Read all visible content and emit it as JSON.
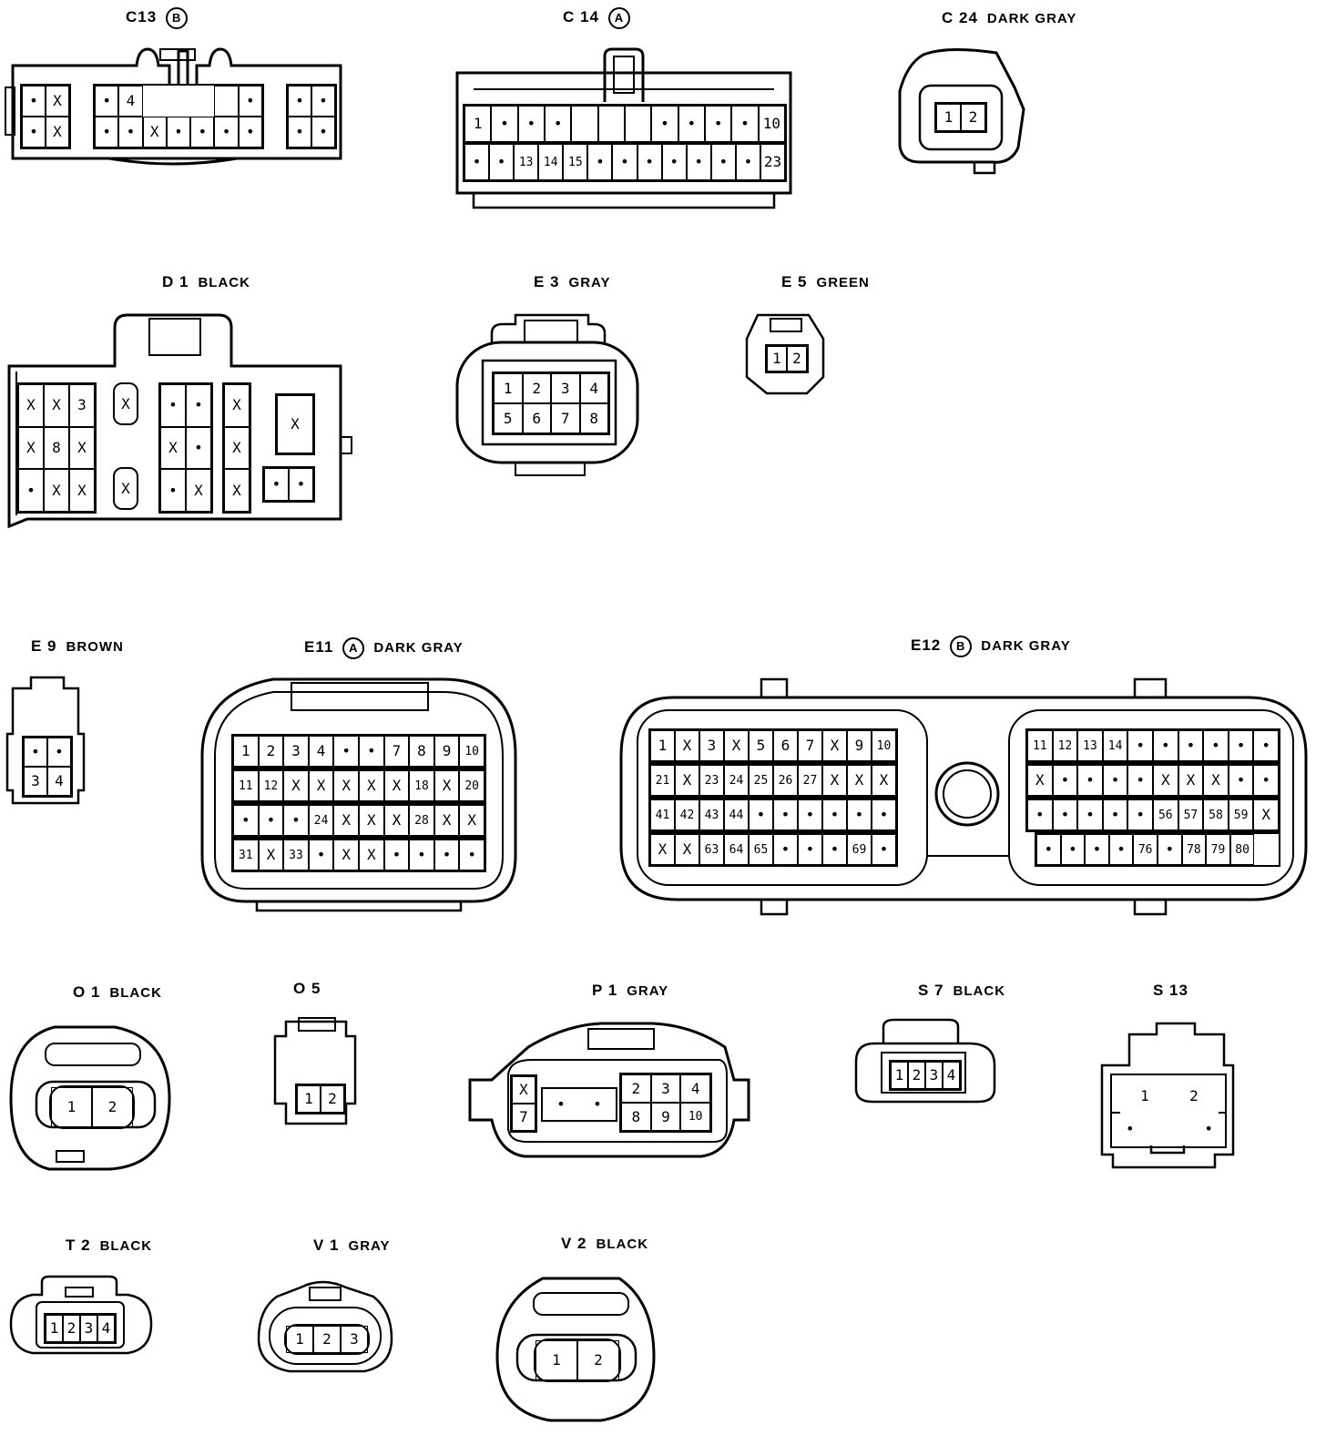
{
  "connectors": {
    "c13": {
      "code": "C13",
      "badge": "B",
      "color": "",
      "left": [
        "•",
        "X",
        "•",
        "X"
      ],
      "center": [
        "•",
        "4",
        "",
        "",
        "",
        "",
        "•",
        "•",
        "•",
        "X",
        "•",
        "•",
        "•",
        "•"
      ],
      "right": [
        "•",
        "•",
        "•",
        "•"
      ]
    },
    "c14": {
      "code": "C 14",
      "badge": "A",
      "color": "",
      "row1": [
        "1",
        "•",
        "•",
        "•",
        "",
        "",
        "",
        "•",
        "•",
        "•",
        "•",
        "10"
      ],
      "row2": [
        "•",
        "•",
        "13",
        "14",
        "15",
        "•",
        "•",
        "•",
        "•",
        "•",
        "•",
        "•",
        "23"
      ]
    },
    "c24": {
      "code": "C 24",
      "badge": "",
      "color": "DARK GRAY",
      "pins": [
        "1",
        "2"
      ]
    },
    "d1": {
      "code": "D 1",
      "badge": "",
      "color": "BLACK",
      "g1": [
        "X",
        "X",
        "3",
        "X",
        "8",
        "X",
        "•",
        "X",
        "X"
      ],
      "g2": [
        "X",
        "X"
      ],
      "g3": [
        "•",
        "•",
        "X",
        "•",
        "•",
        "X"
      ],
      "g4": [
        "X",
        "X",
        "X"
      ],
      "g5": [
        "X"
      ],
      "g6": [
        "•",
        "•"
      ]
    },
    "e3": {
      "code": "E 3",
      "badge": "",
      "color": "GRAY",
      "pins": [
        "1",
        "2",
        "3",
        "4",
        "5",
        "6",
        "7",
        "8"
      ]
    },
    "e5": {
      "code": "E 5",
      "badge": "",
      "color": "GREEN",
      "pins": [
        "1",
        "2"
      ]
    },
    "e9": {
      "code": "E 9",
      "badge": "",
      "color": "BROWN",
      "pins": [
        "•",
        "•",
        "3",
        "4"
      ]
    },
    "e11": {
      "code": "E11",
      "badge": "A",
      "color": "DARK GRAY",
      "rows": [
        [
          "1",
          "2",
          "3",
          "4",
          "•",
          "•",
          "7",
          "8",
          "9",
          "10"
        ],
        [
          "11",
          "12",
          "X",
          "X",
          "X",
          "X",
          "X",
          "18",
          "X",
          "20"
        ],
        [
          "•",
          "•",
          "•",
          "24",
          "X",
          "X",
          "X",
          "28",
          "X",
          "X"
        ],
        [
          "31",
          "X",
          "33",
          "•",
          "X",
          "X",
          "•",
          "•",
          "•",
          "•"
        ]
      ]
    },
    "e12": {
      "code": "E12",
      "badge": "B",
      "color": "DARK GRAY",
      "left": [
        [
          "1",
          "X",
          "3",
          "X",
          "5",
          "6",
          "7",
          "X",
          "9",
          "10"
        ],
        [
          "21",
          "X",
          "23",
          "24",
          "25",
          "26",
          "27",
          "X",
          "X",
          "X"
        ],
        [
          "41",
          "42",
          "43",
          "44",
          "•",
          "•",
          "•",
          "•",
          "•",
          "•"
        ],
        [
          "X",
          "X",
          "63",
          "64",
          "65",
          "•",
          "•",
          "•",
          "69",
          "•"
        ]
      ],
      "right": [
        [
          "11",
          "12",
          "13",
          "14",
          "•",
          "•",
          "•",
          "•",
          "•",
          "•"
        ],
        [
          "X",
          "•",
          "•",
          "•",
          "•",
          "X",
          "X",
          "X",
          "•",
          "•"
        ],
        [
          "•",
          "•",
          "•",
          "•",
          "•",
          "56",
          "57",
          "58",
          "59",
          "X"
        ],
        [
          "•",
          "•",
          "•",
          "•",
          "76",
          "•",
          "78",
          "79",
          "80",
          ""
        ]
      ]
    },
    "o1": {
      "code": "O 1",
      "badge": "",
      "color": "BLACK",
      "pins": [
        "1",
        "2"
      ]
    },
    "o5": {
      "code": "O 5",
      "badge": "",
      "color": "",
      "pins": [
        "1",
        "2"
      ]
    },
    "p1": {
      "code": "P 1",
      "badge": "",
      "color": "GRAY",
      "a": [
        "X",
        "7"
      ],
      "b": [
        "•",
        "•"
      ],
      "c": [
        "2",
        "3",
        "4",
        "8",
        "9",
        "10"
      ]
    },
    "s7": {
      "code": "S 7",
      "badge": "",
      "color": "BLACK",
      "pins": [
        "1",
        "2",
        "3",
        "4"
      ]
    },
    "s13": {
      "code": "S 13",
      "badge": "",
      "color": "",
      "pins": [
        "1",
        "2",
        "•",
        "•"
      ]
    },
    "t2": {
      "code": "T 2",
      "badge": "",
      "color": "BLACK",
      "pins": [
        "1",
        "2",
        "3",
        "4"
      ]
    },
    "v1": {
      "code": "V 1",
      "badge": "",
      "color": "GRAY",
      "pins": [
        "1",
        "2",
        "3"
      ]
    },
    "v2": {
      "code": "V 2",
      "badge": "",
      "color": "BLACK",
      "pins": [
        "1",
        "2"
      ]
    }
  }
}
